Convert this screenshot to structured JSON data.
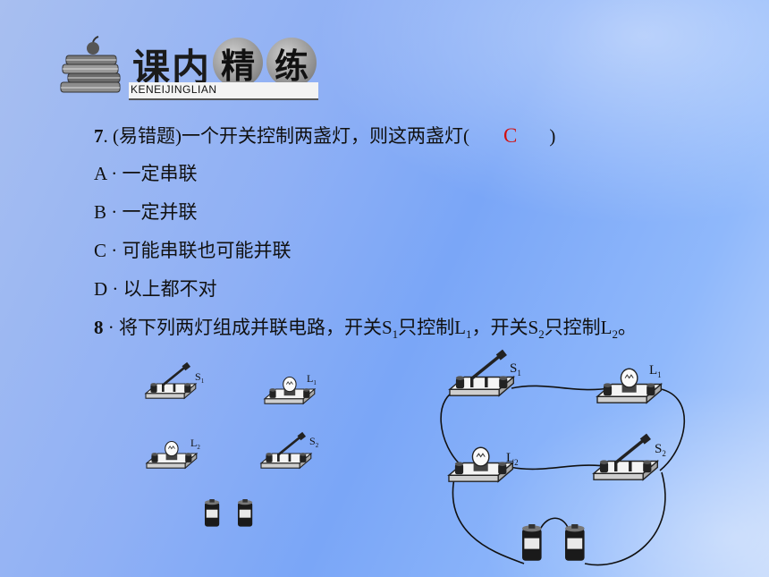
{
  "header": {
    "title_part1": "课内",
    "title_char3": "精",
    "title_char4": "练",
    "pinyin": "KENEIJINGLIAN"
  },
  "q7": {
    "number": "7",
    "text": "(易错题)一个开关控制两盏灯，则这两盏灯(",
    "answer": "C",
    "close": ")",
    "options": [
      "A · 一定串联",
      "B · 一定并联",
      "C · 可能串联也可能并联",
      "D · 以上都不对"
    ]
  },
  "q8": {
    "number": "8",
    "part_a": " · 将下列两灯组成并联电路，开关S",
    "sub1": "1",
    "part_b": "只控制L",
    "sub2": "1",
    "part_c": "，开关S",
    "sub3": "2",
    "part_d": "只控制L",
    "sub4": "2",
    "part_e": "。"
  },
  "left_figure": {
    "s1_label": "S",
    "s1_sub": "1",
    "l1_label": "L",
    "l1_sub": "1",
    "l2_label": "L",
    "l2_sub": "2",
    "s2_label": "S",
    "s2_sub": "2"
  },
  "right_figure": {
    "s1_label": "S",
    "s1_sub": "1",
    "l1_label": "L",
    "l1_sub": "1",
    "l2_label": "L",
    "l2_sub": "2",
    "s2_label": "S",
    "s2_sub": "2"
  }
}
